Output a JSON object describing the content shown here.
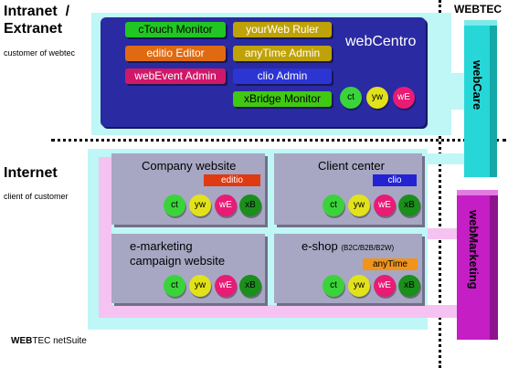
{
  "webtec_label": "WEBTEC",
  "intranet": {
    "title_line1": "Intranet  /",
    "title_line2": "Extranet",
    "subtitle": "customer of webtec"
  },
  "internet": {
    "title": "Internet",
    "subtitle": "client of customer"
  },
  "webcentro": {
    "title": "webCentro",
    "buttons": [
      "cTouch Monitor",
      "yourWeb Ruler",
      "editio Editor",
      "anyTime Admin",
      "webEvent Admin",
      "clio Admin",
      "xBridge Monitor"
    ],
    "badges": [
      "ct",
      "yw",
      "wE"
    ]
  },
  "boxes": {
    "company": {
      "title": "Company website",
      "tag": "editio",
      "badges": [
        "ct",
        "yw",
        "wE",
        "xB"
      ]
    },
    "client": {
      "title": "Client center",
      "tag": "clio",
      "badges": [
        "ct",
        "yw",
        "wE",
        "xB"
      ]
    },
    "emarketing": {
      "title_line1": "e-marketing",
      "title_line2": "campaign website",
      "badges": [
        "ct",
        "yw",
        "wE",
        "xB"
      ]
    },
    "eshop": {
      "title": "e-shop",
      "subtitle": "(B2C/B2B/B2W)",
      "tag": "anyTime",
      "badges": [
        "ct",
        "yw",
        "wE",
        "xB"
      ]
    }
  },
  "side": {
    "care": "webCare",
    "marketing": "webMarketing"
  },
  "footer": {
    "bold": "WEB",
    "rest": "TEC netSuite"
  }
}
